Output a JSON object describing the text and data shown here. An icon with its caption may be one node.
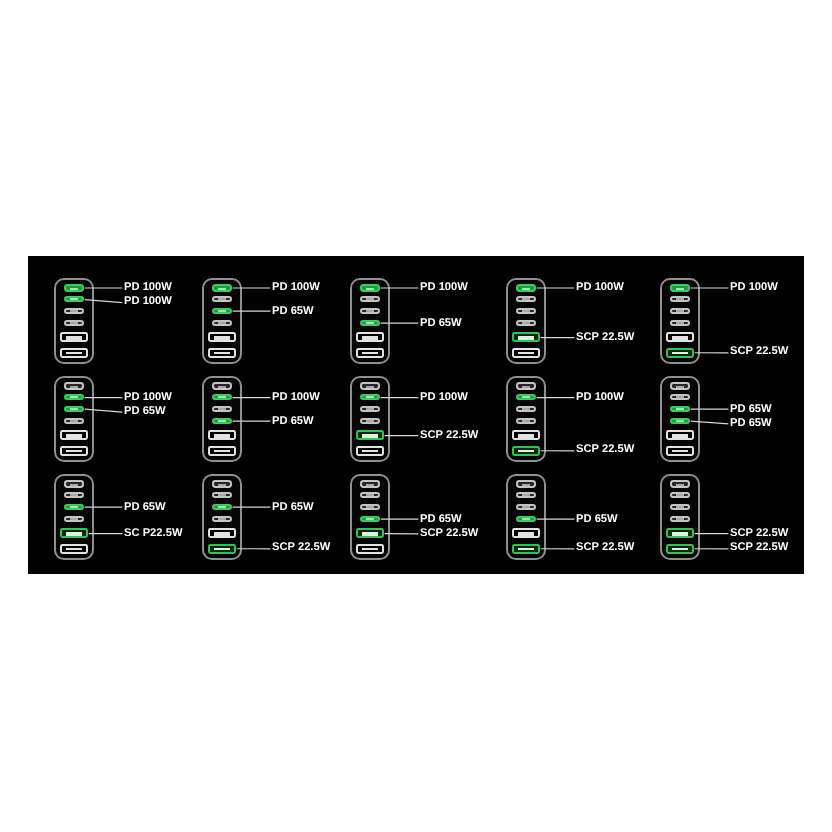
{
  "diagram": {
    "nodes": [
      {
        "text": [],
        "shape": "box"
      },
      {
        "text": [],
        "shape": "box",
        "in": 0
      },
      {
        "text": [
          "PD 100W"
        ]
      },
      {
        "text": [],
        "shape": "box",
        "in": 0
      },
      {
        "text": [
          "PD 100W"
        ]
      },
      {
        "text": [],
        "shape": "box"
      },
      {
        "text": [],
        "shape": "box",
        "in": 5
      },
      {
        "text": [
          "PD 100W"
        ]
      },
      {
        "text": [],
        "shape": "box",
        "in": 5
      },
      {
        "text": [
          "PD 65W"
        ]
      },
      {
        "text": [],
        "shape": "box"
      },
      {
        "text": [],
        "shape": "box",
        "in": 10
      },
      {
        "text": [
          "PD 100W"
        ]
      },
      {
        "text": [],
        "shape": "box",
        "in": 10
      },
      {
        "text": [
          "PD 65W"
        ]
      },
      {
        "text": [],
        "shape": "box"
      },
      {
        "text": [],
        "shape": "box",
        "in": 15
      },
      {
        "text": [
          "PD 100W"
        ]
      },
      {
        "text": [],
        "shape": "box",
        "in": 15
      },
      {
        "text": [
          "SCP 22.5W"
        ]
      },
      {
        "text": [],
        "shape": "box"
      },
      {
        "text": [],
        "shape": "box",
        "in": 20
      },
      {
        "text": [
          "PD 100W"
        ]
      },
      {
        "text": [],
        "shape": "box",
        "in": 20
      },
      {
        "text": [
          "SCP 22.5W"
        ]
      },
      {
        "text": [],
        "shape": "box"
      },
      {
        "text": [],
        "shape": "box",
        "in": 25
      },
      {
        "text": [
          "PD 100W"
        ]
      },
      {
        "text": [],
        "shape": "box",
        "in": 25
      },
      {
        "text": [
          "PD 65W"
        ]
      },
      {
        "text": [],
        "shape": "box"
      },
      {
        "text": [],
        "shape": "box",
        "in": 30
      },
      {
        "text": [
          "PD 100W"
        ]
      },
      {
        "text": [],
        "shape": "box",
        "in": 30
      },
      {
        "text": [
          "PD 65W"
        ]
      },
      {
        "text": [],
        "shape": "box"
      },
      {
        "text": [],
        "shape": "box",
        "in": 35
      },
      {
        "text": [
          "PD 100W"
        ]
      },
      {
        "text": [],
        "shape": "box",
        "in": 35
      },
      {
        "text": [
          "SCP 22.5W"
        ]
      },
      {
        "text": [],
        "shape": "box"
      },
      {
        "text": [],
        "shape": "box",
        "in": 40
      },
      {
        "text": [
          "PD 100W"
        ]
      },
      {
        "text": [],
        "shape": "box",
        "in": 40
      },
      {
        "text": [
          "SCP 22.5W"
        ]
      },
      {
        "text": [],
        "shape": "box"
      },
      {
        "text": [],
        "shape": "box",
        "in": 45
      },
      {
        "text": [
          "PD 65W"
        ]
      },
      {
        "text": [],
        "shape": "box",
        "in": 45
      },
      {
        "text": [
          "PD 65W"
        ]
      },
      {
        "text": [],
        "shape": "box"
      },
      {
        "text": [],
        "shape": "box",
        "in": 50
      },
      {
        "text": [
          "PD 65W"
        ]
      },
      {
        "text": [],
        "shape": "box",
        "in": 50
      },
      {
        "text": [
          "SC P22.5W"
        ]
      },
      {
        "text": [],
        "shape": "box"
      },
      {
        "text": [],
        "shape": "box",
        "in": 55
      },
      {
        "text": [
          "PD 65W"
        ]
      },
      {
        "text": [],
        "shape": "box",
        "in": 55
      },
      {
        "text": [
          "SCP 22.5W"
        ]
      },
      {
        "text": [],
        "shape": "box"
      },
      {
        "text": [],
        "shape": "box",
        "in": 60
      },
      {
        "text": [
          "PD 65W"
        ]
      },
      {
        "text": [],
        "shape": "box",
        "in": 60
      },
      {
        "text": [
          "SCP 22.5W"
        ]
      },
      {
        "text": [],
        "shape": "box"
      },
      {
        "text": [],
        "shape": "box",
        "in": 65
      },
      {
        "text": [
          "PD 65W"
        ]
      },
      {
        "text": [],
        "shape": "box",
        "in": 65
      },
      {
        "text": [
          "SCP 22.5W"
        ]
      },
      {
        "text": [],
        "shape": "box"
      },
      {
        "text": [],
        "shape": "box",
        "in": 70
      },
      {
        "text": [
          "SCP 22.5W"
        ]
      },
      {
        "text": [],
        "shape": "box",
        "in": 70
      },
      {
        "text": [
          "SCP 22.5W"
        ]
      }
    ],
    "edges": [
      {
        "from": 2,
        "to": 1,
        "arrow": "none"
      },
      {
        "from": 4,
        "to": 3,
        "arrow": "none"
      },
      {
        "from": 7,
        "to": 6,
        "arrow": "none"
      },
      {
        "from": 9,
        "to": 8,
        "arrow": "none"
      },
      {
        "from": 12,
        "to": 11,
        "arrow": "none"
      },
      {
        "from": 14,
        "to": 13,
        "arrow": "none"
      },
      {
        "from": 17,
        "to": 16,
        "arrow": "none"
      },
      {
        "from": 19,
        "to": 18,
        "arrow": "none"
      },
      {
        "from": 22,
        "to": 21,
        "arrow": "none"
      },
      {
        "from": 24,
        "to": 23,
        "arrow": "none"
      },
      {
        "from": 27,
        "to": 26,
        "arrow": "none"
      },
      {
        "from": 29,
        "to": 28,
        "arrow": "none"
      },
      {
        "from": 32,
        "to": 31,
        "arrow": "none"
      },
      {
        "from": 34,
        "to": 33,
        "arrow": "none"
      },
      {
        "from": 37,
        "to": 36,
        "arrow": "none"
      },
      {
        "from": 39,
        "to": 38,
        "arrow": "none"
      },
      {
        "from": 42,
        "to": 41,
        "arrow": "none"
      },
      {
        "from": 44,
        "to": 43,
        "arrow": "none"
      },
      {
        "from": 47,
        "to": 46,
        "arrow": "none"
      },
      {
        "from": 49,
        "to": 48,
        "arrow": "none"
      },
      {
        "from": 52,
        "to": 51,
        "arrow": "none"
      },
      {
        "from": 54,
        "to": 53,
        "arrow": "none"
      },
      {
        "from": 57,
        "to": 56,
        "arrow": "none"
      },
      {
        "from": 59,
        "to": 58,
        "arrow": "none"
      },
      {
        "from": 62,
        "to": 61,
        "arrow": "none"
      },
      {
        "from": 64,
        "to": 63,
        "arrow": "none"
      },
      {
        "from": 67,
        "to": 66,
        "arrow": "none"
      },
      {
        "from": 69,
        "to": 68,
        "arrow": "none"
      },
      {
        "from": 72,
        "to": 71,
        "arrow": "none"
      },
      {
        "from": 74,
        "to": 73,
        "arrow": "none"
      }
    ]
  }
}
